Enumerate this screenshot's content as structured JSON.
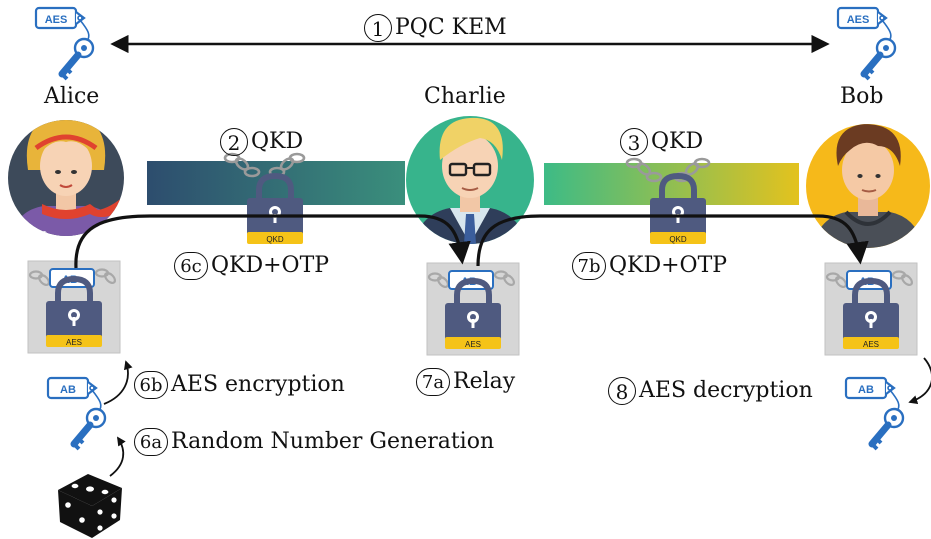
{
  "parties": {
    "alice": "Alice",
    "charlie": "Charlie",
    "bob": "Bob"
  },
  "steps": {
    "s1": {
      "num": "1",
      "text": "PQC KEM"
    },
    "s2": {
      "num": "2",
      "text": "QKD"
    },
    "s3": {
      "num": "3",
      "text": "QKD"
    },
    "s6a": {
      "num": "6a",
      "text": "Random Number Generation"
    },
    "s6b": {
      "num": "6b",
      "text": "AES encryption"
    },
    "s6c": {
      "num": "6c",
      "text": "QKD+OTP"
    },
    "s7a": {
      "num": "7a",
      "text": "Relay"
    },
    "s7b": {
      "num": "7b",
      "text": "QKD+OTP"
    },
    "s8": {
      "num": "8",
      "text": "AES decryption"
    }
  },
  "key_tags": {
    "aes": "AES",
    "ab": "AB"
  },
  "lock_labels": {
    "qkd": "QKD",
    "aes": "AES"
  },
  "colors": {
    "key_blue": "#2a6fc0",
    "lock_body": "#4f5a80",
    "lock_band": "#f5c318",
    "qkd_link_left_start": "#2d4d6e",
    "qkd_link_left_end": "#3a8f7c",
    "qkd_link_right_start": "#3dbb86",
    "qkd_link_right_end": "#e3c21e",
    "alice_bg": "#3d4a5a",
    "charlie_bg": "#37b48c",
    "bob_bg": "#f6b91a"
  }
}
